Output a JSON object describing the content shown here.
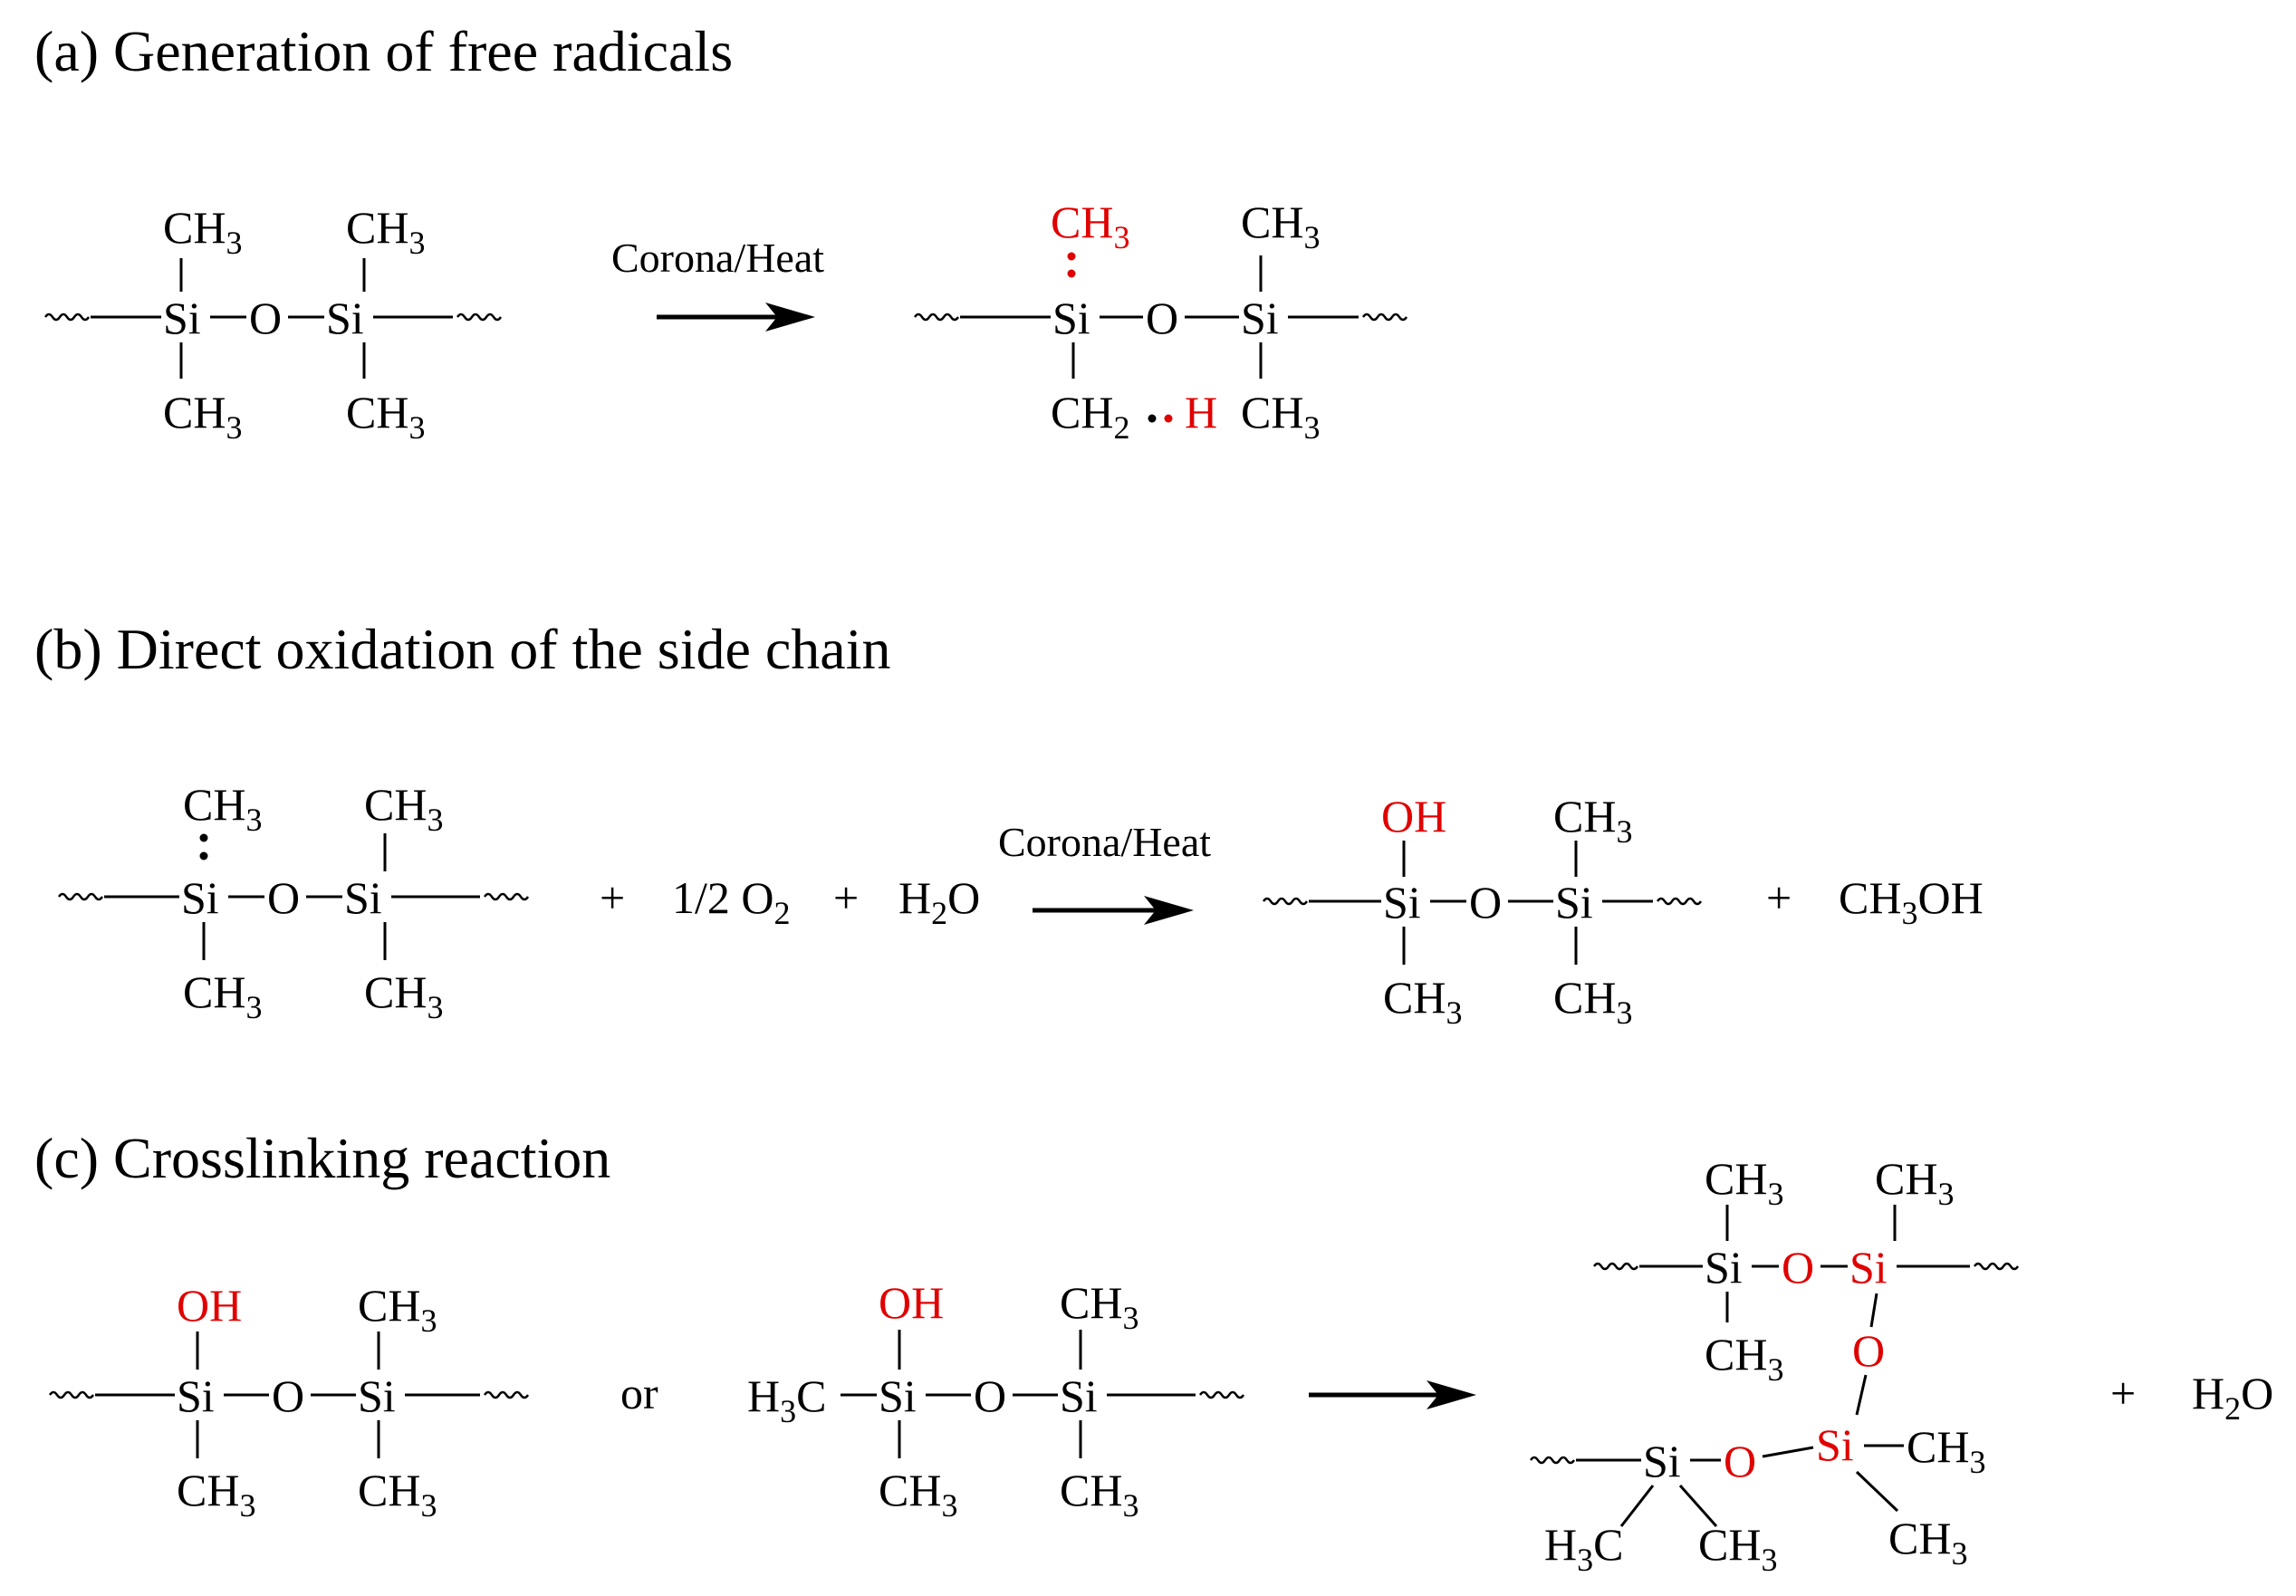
{
  "titles": {
    "a": "(a) Generation of free radicals",
    "b": "(b) Direct oxidation of  the side chain",
    "c": "(c) Crosslinking reaction"
  },
  "atoms": {
    "si": "Si",
    "o": "O",
    "ch": "CH",
    "h3c_h": "H",
    "h3c_c": "C",
    "oh": "OH",
    "h": "H",
    "three": "3",
    "two": "2"
  },
  "conditions": {
    "a": "Corona/Heat",
    "b": "Corona/Heat"
  },
  "reagents": {
    "plus": "+",
    "half_o2": "1/2 O",
    "o2_sub": "2",
    "h2o_h": "H",
    "h2o_sub": "2",
    "h2o_o": "O",
    "ch3oh": "CH",
    "ch3oh_sub": "3",
    "ch3oh_tail": "OH",
    "or": "or"
  },
  "colors": {
    "text": "#000000",
    "highlight": "#e00000"
  }
}
